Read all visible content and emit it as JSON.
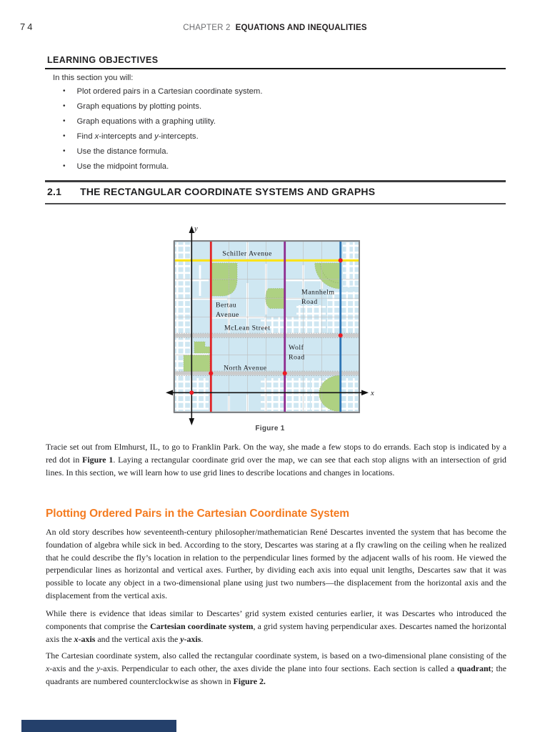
{
  "page": {
    "number": "74",
    "chapter_label": "CHAPTER 2",
    "chapter_title": "EQUATIONS AND INEQUALITIES"
  },
  "objectives": {
    "heading": "LEARNING OBJECTIVES",
    "intro": "In this section you will:",
    "items": [
      [
        {
          "t": "Plot ordered pairs in a Cartesian coordinate system."
        }
      ],
      [
        {
          "t": "Graph equations by plotting points."
        }
      ],
      [
        {
          "t": "Graph equations with a graphing utility."
        }
      ],
      [
        {
          "t": "Find "
        },
        {
          "t": "x",
          "i": 1
        },
        {
          "t": "-intercepts and "
        },
        {
          "t": "y",
          "i": 1
        },
        {
          "t": "-intercepts."
        }
      ],
      [
        {
          "t": "Use the distance formula."
        }
      ],
      [
        {
          "t": "Use the midpoint formula."
        }
      ]
    ]
  },
  "section": {
    "number": "2.1",
    "title": "THE RECTANGULAR COORDINATE SYSTEMS AND GRAPHS"
  },
  "figure": {
    "caption": "Figure 1",
    "axis": {
      "x": "x",
      "y": "y"
    },
    "streets": {
      "schiller": "Schiller Avenue",
      "bertau1": "Bertau",
      "bertau2": "Avenue",
      "mannhelm1": "Mannhelm",
      "mannhelm2": "Road",
      "mclean": "McLean Street",
      "wolf1": "Wolf",
      "wolf2": "Road",
      "north": "North Avenue"
    },
    "stops_grid_coords": [
      [
        0,
        0
      ],
      [
        1,
        1
      ],
      [
        5,
        1
      ],
      [
        8,
        3
      ],
      [
        8,
        7
      ]
    ],
    "colors": {
      "map_bg": "#cfe7f2",
      "street_white": "#ffffff",
      "grid_line_gray": "#bdbdbd",
      "major_street_gray": "#cbcbcb",
      "schiller_yellow": "#fbe216",
      "bertau_red": "#e02528",
      "wolf_purple": "#8e2c90",
      "mannhelm_blue": "#2e75b5",
      "park_green": "#aed182",
      "stop_red": "#ec1c24",
      "map_border_gray": "#7f8285",
      "axis_black": "#111111"
    }
  },
  "content": {
    "p1": [
      {
        "t": "Tracie set out from Elmhurst, IL, to go to Franklin Park. On the way, she made a few stops to do errands. Each stop is indicated by a red dot in "
      },
      {
        "t": "Figure 1",
        "b": 1
      },
      {
        "t": ". Laying a rectangular coordinate grid over the map, we can see that each stop aligns with an intersection of grid lines. In this section, we will learn how to use grid lines to describe locations and changes in locations."
      }
    ],
    "subheading": "Plotting Ordered Pairs in the Cartesian Coordinate System",
    "subheading_color": "#f47b20",
    "p2": [
      {
        "t": "An old story describes how seventeenth-century philosopher/mathematician René Descartes invented the system that has become the foundation of algebra while sick in bed. According to the story, Descartes was staring at a fly crawling on the ceiling when he realized that he could describe the fly’s location in relation to the perpendicular lines formed by the adjacent walls of his room. He viewed the perpendicular lines as horizontal and vertical axes. Further, by dividing each axis into equal unit lengths, Descartes saw that it was possible to locate any object in a two-dimensional plane using just two numbers—the displacement from the horizontal axis and the displacement from the vertical axis."
      }
    ],
    "p3": [
      {
        "t": "While there is evidence that ideas similar to Descartes’ grid system existed centuries earlier, it was Descartes who introduced the components that comprise the "
      },
      {
        "t": "Cartesian coordinate system",
        "b": 1
      },
      {
        "t": ", a grid system having perpendicular axes. Descartes named the horizontal axis the "
      },
      {
        "t": "x",
        "b": 1,
        "i": 1
      },
      {
        "t": "-axis",
        "b": 1
      },
      {
        "t": " and the vertical axis the "
      },
      {
        "t": "y",
        "b": 1,
        "i": 1
      },
      {
        "t": "-axis",
        "b": 1
      },
      {
        "t": "."
      }
    ],
    "p4": [
      {
        "t": "The Cartesian coordinate system, also called the rectangular coordinate system, is based on a two-dimensional plane consisting of the "
      },
      {
        "t": "x",
        "i": 1
      },
      {
        "t": "-axis and the "
      },
      {
        "t": "y",
        "i": 1
      },
      {
        "t": "-axis. Perpendicular to each other, the axes divide the plane into four sections. Each section is called a "
      },
      {
        "t": "quadrant",
        "b": 1
      },
      {
        "t": "; the quadrants are numbered counterclockwise as shown in "
      },
      {
        "t": "Figure 2.",
        "b": 1
      }
    ]
  }
}
